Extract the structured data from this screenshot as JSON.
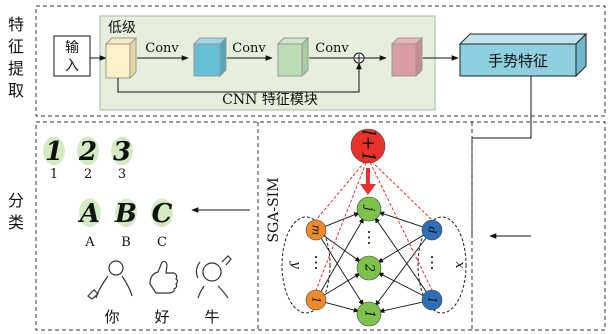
{
  "section_labels": {
    "feature": "特征提取",
    "classify": "分类"
  },
  "input_label": "输入",
  "low_level_label": "低级",
  "conv_labels": [
    "Conv",
    "Conv",
    "Conv"
  ],
  "cnn_module_label": "CNN 特征模块",
  "gesture_feature_label": "手势特征",
  "digits": [
    "1",
    "2",
    "3"
  ],
  "letters": [
    "A",
    "B",
    "C"
  ],
  "words": [
    "你",
    "好",
    "牛"
  ],
  "graph": {
    "title": "SGA-SIM",
    "top_node": "l+1",
    "left_column_label": "y",
    "right_column_label": "x",
    "left_nodes": [
      "m",
      "⋮",
      "1"
    ],
    "middle_nodes": [
      "j",
      "⋮",
      "2",
      "1"
    ],
    "right_nodes": [
      "d",
      "⋮",
      "1"
    ]
  },
  "colors": {
    "cnn_bg": "#e7eedc",
    "feature_box": "#8fd0e0",
    "orange_node": "#ef8a2a",
    "green_node": "#7dc24b",
    "blue_node": "#2d6fb7",
    "red_node": "#e8322a"
  }
}
